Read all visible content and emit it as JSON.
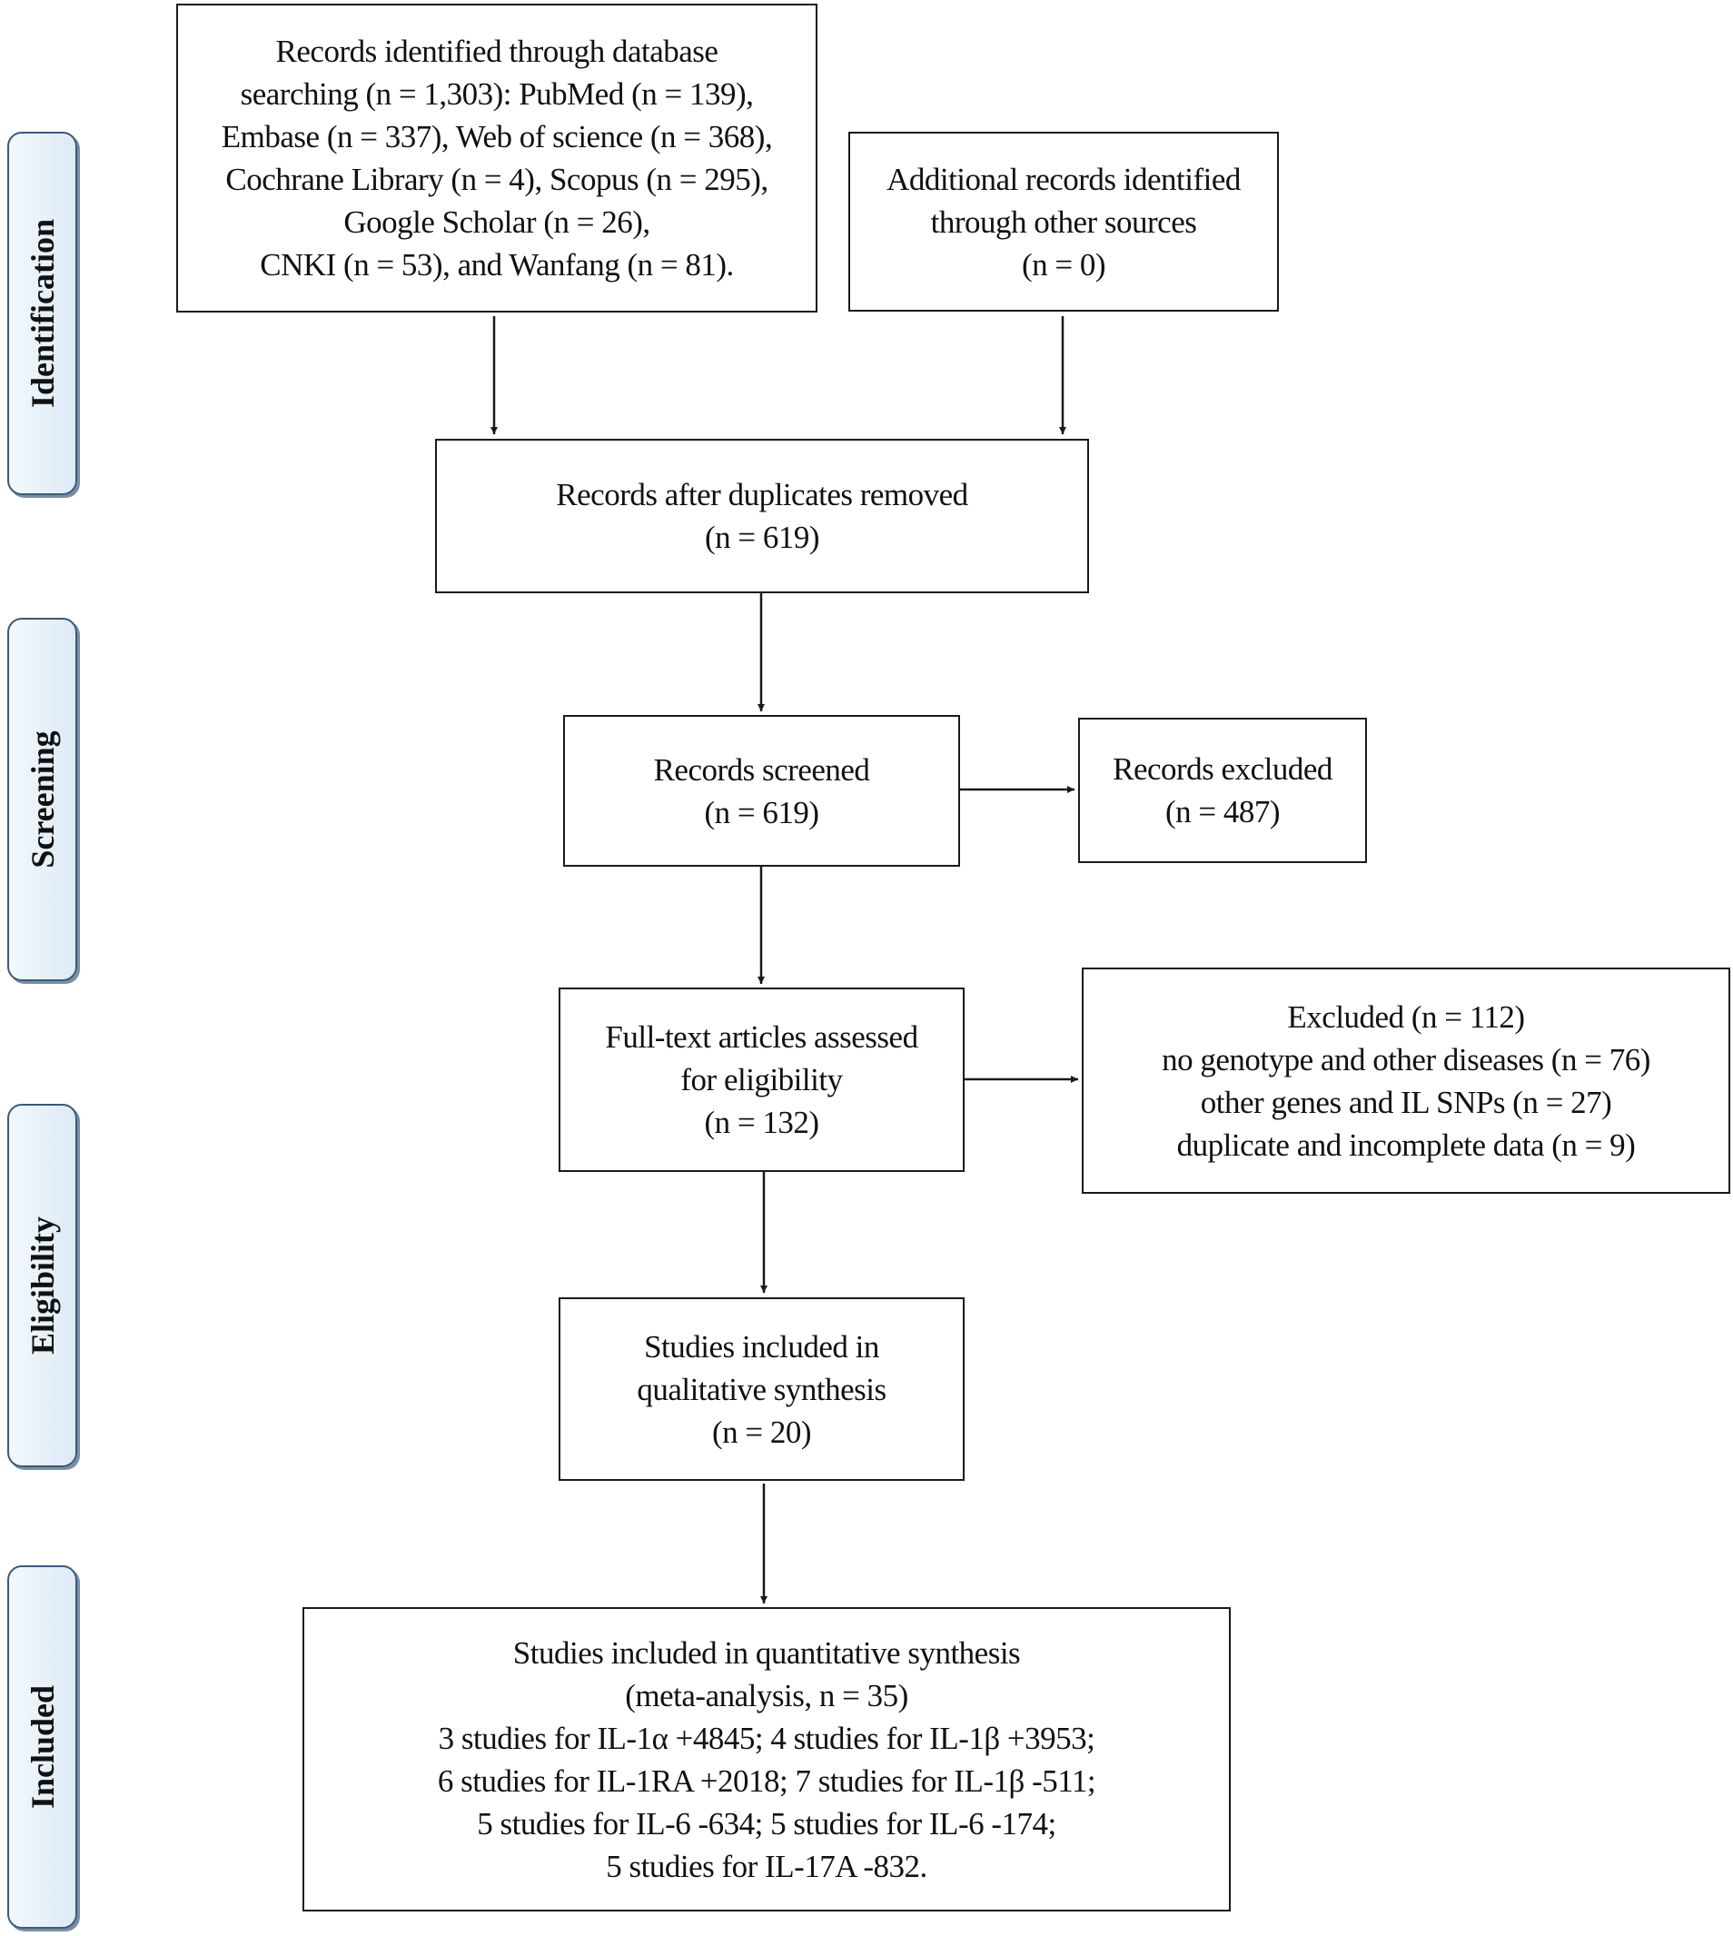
{
  "stages": [
    {
      "key": "identification",
      "label": "Identification"
    },
    {
      "key": "screening",
      "label": "Screening"
    },
    {
      "key": "eligibility",
      "label": "Eligibility"
    },
    {
      "key": "included",
      "label": "Included"
    }
  ],
  "boxes": {
    "records_identified": {
      "lines": [
        "Records identified through database",
        "searching (n = 1,303): PubMed (n = 139),",
        "Embase (n = 337), Web of science (n = 368),",
        "Cochrane Library (n = 4), Scopus (n = 295),",
        "Google Scholar (n = 26),",
        "CNKI (n = 53), and Wanfang (n = 81)."
      ]
    },
    "additional_records": {
      "lines": [
        "Additional records identified",
        "through other sources",
        "(n = 0)"
      ]
    },
    "after_duplicates": {
      "lines": [
        "Records after duplicates removed",
        "(n = 619)"
      ]
    },
    "records_screened": {
      "lines": [
        "Records screened",
        "(n = 619)"
      ]
    },
    "records_excluded": {
      "lines": [
        "Records excluded",
        "(n = 487)"
      ]
    },
    "fulltext_assessed": {
      "lines": [
        "Full-text articles assessed",
        "for eligibility",
        "(n = 132)"
      ]
    },
    "fulltext_excluded": {
      "lines": [
        "Excluded (n = 112)",
        "no genotype and other diseases (n = 76)",
        "other genes and IL SNPs (n = 27)",
        "duplicate and incomplete data (n = 9)"
      ]
    },
    "qualitative": {
      "lines": [
        "Studies included in",
        "qualitative synthesis",
        "(n = 20)"
      ]
    },
    "quantitative": {
      "lines": [
        "Studies included in quantitative synthesis",
        "(meta-analysis, n = 35)",
        "3 studies for IL-1α +4845; 4 studies for IL-1β +3953;",
        "6 studies for IL-1RA +2018; 7 studies for IL-1β -511;",
        "5 studies for IL-6 -634; 5 studies for IL-6 -174;",
        "5 studies for IL-17A -832."
      ]
    }
  }
}
